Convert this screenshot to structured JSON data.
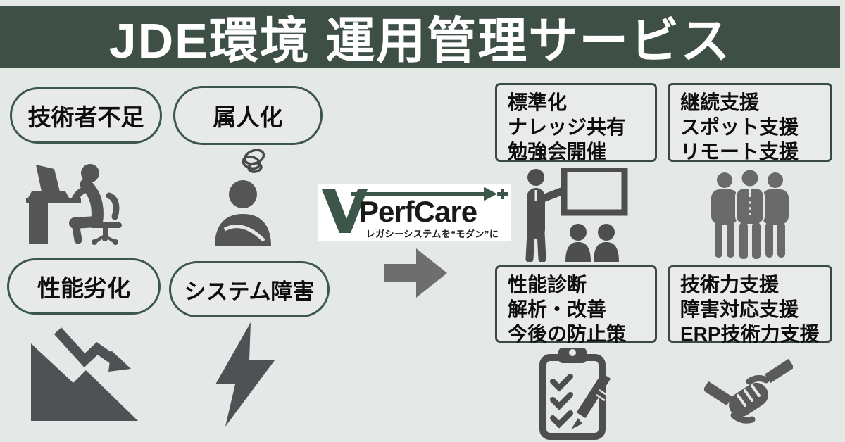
{
  "header": {
    "title": "JDE環境 運用管理サービス",
    "bg": "#3e4f46",
    "text_color": "#ffffff"
  },
  "problems": [
    {
      "label": "技術者不足",
      "icon": "overworked-engineer-icon"
    },
    {
      "label": "属人化",
      "icon": "confused-person-icon"
    },
    {
      "label": "性能劣化",
      "icon": "performance-decline-icon"
    },
    {
      "label": "システム障害",
      "icon": "lightning-bolt-icon"
    }
  ],
  "logo": {
    "brand": "PerfCare",
    "tagline": "レガシーシステムを“モダン”に",
    "mark": "V",
    "green": "#3c5749",
    "bg": "#ffffff"
  },
  "solutions": [
    {
      "lines": [
        "標準化",
        "ナレッジ共有",
        "勉強会開催"
      ],
      "icon": "lecture-icon"
    },
    {
      "lines": [
        "継続支援",
        "スポット支援",
        "リモート支援"
      ],
      "icon": "team-icon"
    },
    {
      "lines": [
        "性能診断",
        "解析・改善",
        "今後の防止策"
      ],
      "icon": "checklist-pen-icon"
    },
    {
      "lines": [
        "技術力支援",
        "障害対応支援",
        "ERP技術力支援"
      ],
      "icon": "handshake-icon"
    }
  ],
  "colors": {
    "background": "#e4e8e6",
    "header_bg": "#3e4f46",
    "pill_border_green": "#3c5749",
    "box_border_green": "#3a4a41",
    "icon_gray": "#555555",
    "team_gray": "#6a6a6a",
    "arrow_gray": "#6e6e6e",
    "text": "#111111"
  }
}
